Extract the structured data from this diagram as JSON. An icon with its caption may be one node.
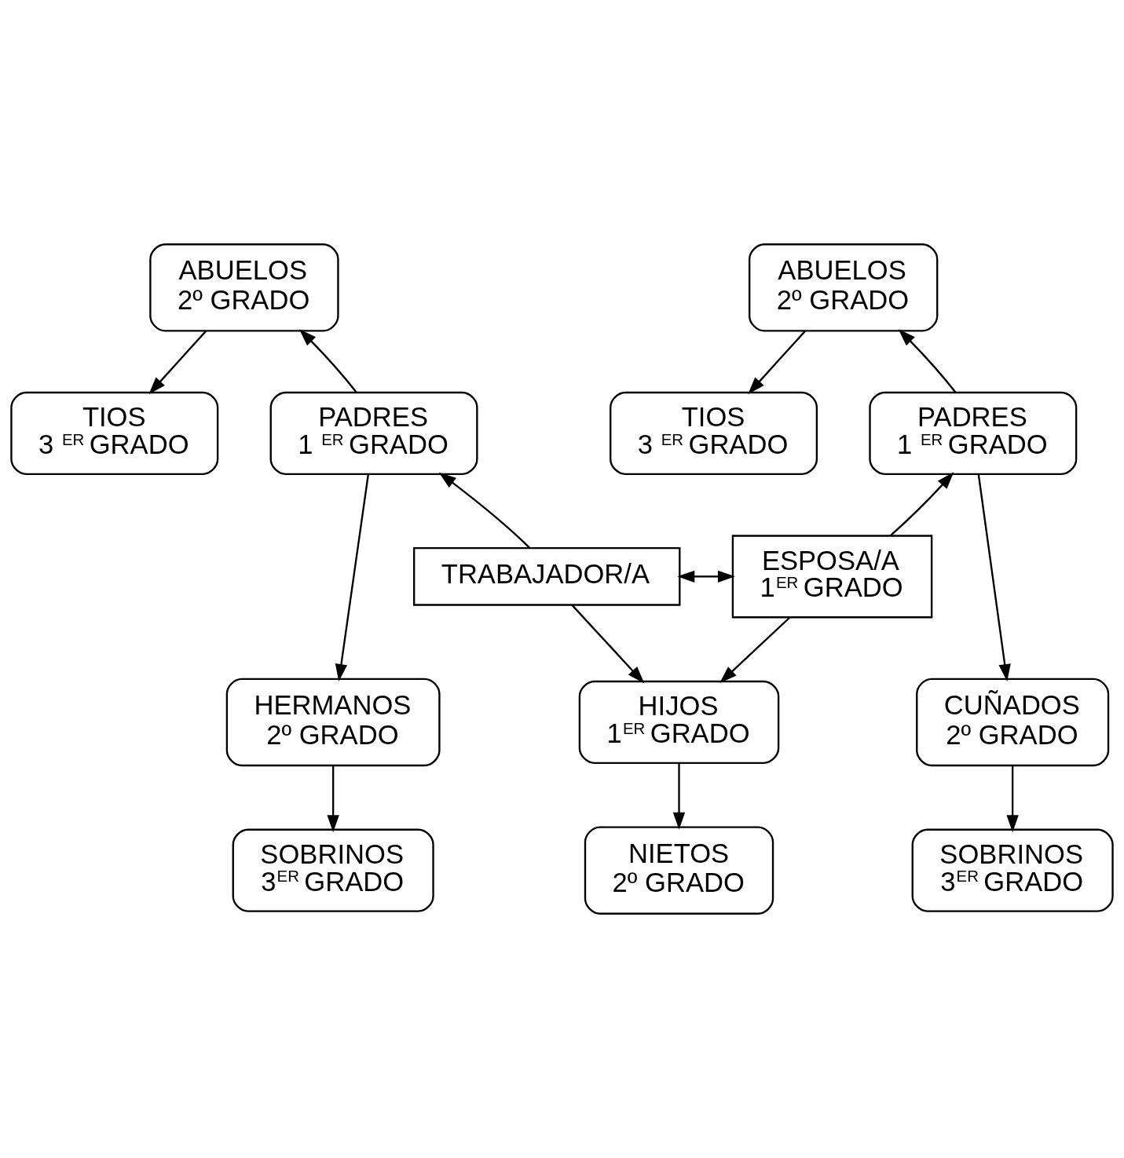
{
  "diagram": {
    "nodes": [
      {
        "text": [
          "ABUELOS",
          "2º GRADO"
        ]
      },
      {
        "text": [
          "ABUELOS",
          "2º GRADO"
        ]
      },
      {
        "text": [
          "TIOS",
          "3 $^{ER}$ GRADO"
        ]
      },
      {
        "text": [
          "TIOS",
          "3 $^{ER}$ GRADO"
        ]
      },
      {
        "text": [
          "PADRES",
          "1 $^{ER}$ GRADO"
        ]
      },
      {
        "text": [
          "PADRES",
          "1 $^{ER}$ GRADO"
        ]
      },
      {
        "text": [
          "TRABAJADOR/A"
        ]
      },
      {
        "text": [
          "ESPOSA/A",
          "1$^{ER}$ GRADO"
        ]
      },
      {
        "text": [
          "HERMANOS",
          "2º GRADO"
        ]
      },
      {
        "text": [
          "HIJOS",
          "1$^{ER}$ GRADO"
        ]
      },
      {
        "text": [
          "CUÑADOS",
          "2º GRADO"
        ]
      },
      {
        "text": [
          "SOBRINOS",
          "3$^{ER}$ GRADO"
        ]
      },
      {
        "text": [
          "SOBRINOS",
          "3$^{ER}$ GRADO"
        ]
      },
      {
        "text": [
          "NIETOS",
          "2º GRADO"
        ]
      }
    ],
    "edges": [
      {
        "from": 0,
        "to": 2,
        "arrow": "to"
      },
      {
        "from": 1,
        "to": 3,
        "arrow": "to"
      },
      {
        "from": 4,
        "to": 0,
        "arrow": "to"
      },
      {
        "from": 5,
        "to": 1,
        "arrow": "to"
      },
      {
        "from": 6,
        "to": 4,
        "arrow": "to"
      },
      {
        "from": 7,
        "to": 5,
        "arrow": "to"
      },
      {
        "from": 6,
        "to": 7,
        "arrow": "both"
      },
      {
        "from": 4,
        "to": 8,
        "arrow": "to"
      },
      {
        "from": 5,
        "to": 10,
        "arrow": "to"
      },
      {
        "from": 6,
        "to": 9,
        "arrow": "to"
      },
      {
        "from": 7,
        "to": 9,
        "arrow": "to"
      },
      {
        "from": 8,
        "to": 11,
        "arrow": "to"
      },
      {
        "from": 10,
        "to": 12,
        "arrow": "to"
      },
      {
        "from": 9,
        "to": 13,
        "arrow": "to"
      }
    ]
  }
}
